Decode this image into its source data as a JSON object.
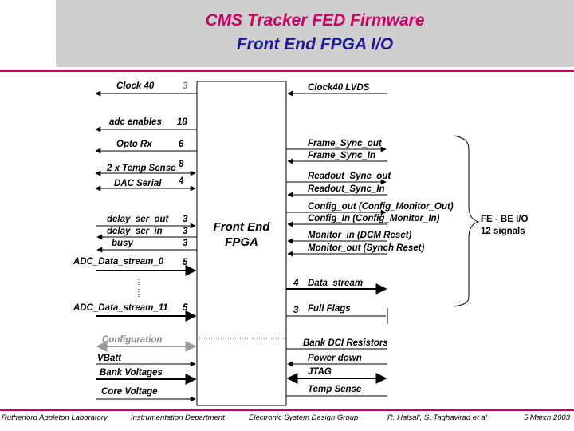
{
  "title": {
    "line1": "CMS Tracker FED Firmware",
    "line2": "Front End FPGA I/O"
  },
  "fpga": {
    "label_line1": "Front End",
    "label_line2": "FPGA"
  },
  "left_signals": {
    "clock40": {
      "label": "Clock 40",
      "width": "3"
    },
    "adc_enables": {
      "label": "adc enables",
      "width": "18"
    },
    "opto_rx": {
      "label": "Opto Rx",
      "width": "6"
    },
    "temp_sense": {
      "label": "2 x Temp Sense",
      "width": "8"
    },
    "dac_serial": {
      "label": "DAC Serial",
      "width": "4"
    },
    "delay_ser_out": {
      "label": "delay_ser_out",
      "width": "3"
    },
    "delay_ser_in": {
      "label": "delay_ser_in",
      "width": "3"
    },
    "busy": {
      "label": "busy",
      "width": "3"
    },
    "adc_stream_0": {
      "label": "ADC_Data_stream_0",
      "width": "5"
    },
    "adc_stream_11": {
      "label": "ADC_Data_stream_11",
      "width": "5"
    },
    "configuration": {
      "label": "Configuration"
    },
    "vbatt": {
      "label": "VBatt"
    },
    "bank_voltages": {
      "label": "Bank Voltages"
    },
    "core_voltage": {
      "label": "Core Voltage"
    }
  },
  "right_signals": {
    "clock40_lvds": {
      "label": "Clock40 LVDS"
    },
    "frame_sync_out": {
      "label": "Frame_Sync_out"
    },
    "frame_sync_in": {
      "label": "Frame_Sync_In"
    },
    "readout_sync_out": {
      "label": "Readout_Sync_out"
    },
    "readout_sync_in": {
      "label": "Readout_Sync_In"
    },
    "config_out": {
      "label": "Config_out (Config_Monitor_Out)"
    },
    "config_in": {
      "label": "Config_In (Config_Monitor_In)"
    },
    "monitor_in": {
      "label": "Monitor_in (DCM Reset)"
    },
    "monitor_out": {
      "label": "Monitor_out (Synch Reset)"
    },
    "data_stream": {
      "label": "Data_stream",
      "width": "4"
    },
    "full_flags": {
      "label": "Full Flags",
      "width": "3"
    },
    "bank_dci": {
      "label": "Bank DCI Resistors"
    },
    "power_down": {
      "label": "Power down"
    },
    "jtag": {
      "label": "JTAG"
    },
    "temp_sense": {
      "label": "Temp Sense"
    }
  },
  "fe_be": {
    "line1": "FE - BE I/O",
    "line2": "12 signals"
  },
  "footer": {
    "lab": "Rutherford Appleton Laboratory",
    "dept": "Instrumentation Department",
    "group": "Electronic System Design Group",
    "authors": "R. Halsall, S. Taghavirad et al",
    "date": "5 March 2003"
  }
}
